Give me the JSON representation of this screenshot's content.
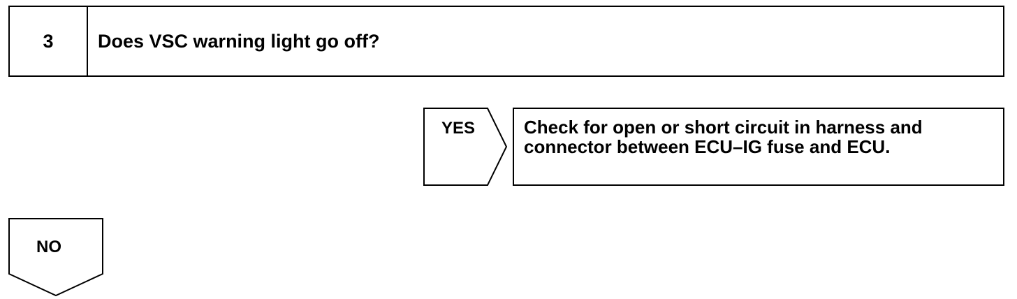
{
  "step": {
    "number": "3",
    "question": "Does VSC warning light go off?"
  },
  "yes_branch": {
    "label": "YES",
    "result_line1": "Check for open or short circuit in harness and",
    "result_line2": "connector between ECU–IG fuse and ECU."
  },
  "no_branch": {
    "label": "NO"
  }
}
